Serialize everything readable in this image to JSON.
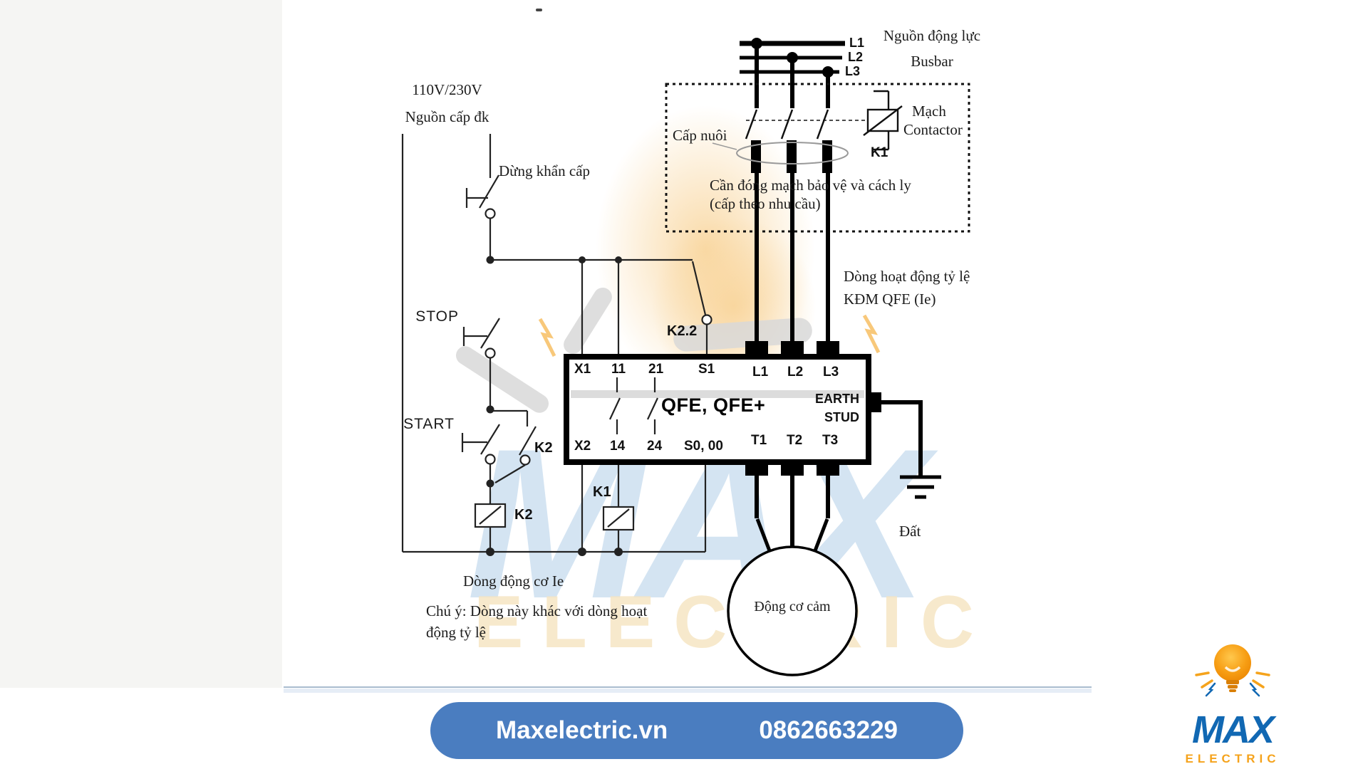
{
  "diagram": {
    "supply": {
      "voltage": "110V/230V",
      "label": "Nguồn cấp đk"
    },
    "emergency_stop_label": "Dừng khẩn cấp",
    "stop_label": "STOP",
    "start_label": "START",
    "k2_contact_label": "K2",
    "k2_coil_label": "K2",
    "k1_coil_label": "K1",
    "k22_contact_label": "K2.2",
    "busbar": {
      "phase1": "L1",
      "phase2": "L2",
      "phase3": "L3",
      "title1": "Nguồn động lực",
      "title2": "Busbar"
    },
    "isolation": {
      "cable_label": "Cấp nuôi",
      "contactor1": "Mạch",
      "contactor2": "Contactor",
      "contactor_ref": "K1",
      "note1": "Cần đóng mạch bảo vệ và cách ly",
      "note2": "(cấp theo nhu cầu)"
    },
    "qfe": {
      "name": "QFE, QFE+",
      "earth1": "EARTH",
      "earth2": "STUD",
      "top_terminals": [
        "X1",
        "11",
        "21",
        "S1",
        "L1",
        "L2",
        "L3"
      ],
      "bottom_terminals": [
        "X2",
        "14",
        "24",
        "S0, 00",
        "T1",
        "T2",
        "T3"
      ]
    },
    "rated_note1": "Dòng hoạt động tỷ lệ",
    "rated_note2": "KĐM QFE  (Ie)",
    "motor_label": "Động cơ cảm",
    "earth_label": "Đất",
    "motor_current_note": "Dòng động cơ Ie",
    "caution1": "Chú ý: Dòng này khác với dòng hoạt",
    "caution2": "động tỷ lệ"
  },
  "watermark": {
    "max": "MAX",
    "electric": "ELECTRIC"
  },
  "footer": {
    "website": "Maxelectric.vn",
    "phone": "0862663229",
    "pill_color": "#4a7dc0"
  },
  "logo": {
    "name": "MAX",
    "subtitle": "ELECTRIC",
    "blue": "#1168b3",
    "orange": "#f5a31c"
  }
}
